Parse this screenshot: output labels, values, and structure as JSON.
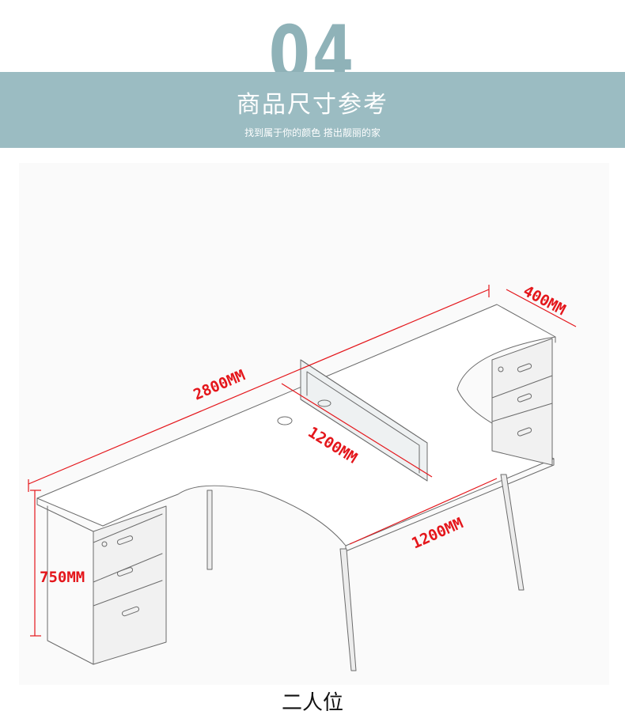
{
  "header": {
    "section_number": "04",
    "title": "商品尺寸参考",
    "subtitle": "找到属于你的颜色 搭出靓丽的家"
  },
  "drawing": {
    "dimensions": {
      "total_length": "2800MM",
      "depth": "400MM",
      "partition_length": "1200MM",
      "return_length": "1200MM",
      "height": "750MM"
    }
  },
  "caption": "二人位",
  "colors": {
    "banner": "#9bbcc2",
    "section_number": "#8fb2b8",
    "dimension": "#e4161b"
  }
}
